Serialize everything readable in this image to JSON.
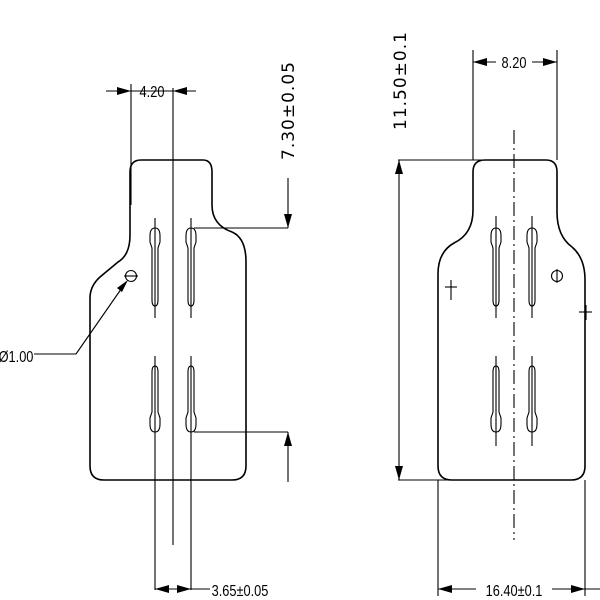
{
  "labels": {
    "left_top_width": "4.20",
    "left_vertical_pitch": "7.30±0.05",
    "hole_diameter": "Ø1.00",
    "left_bottom_pitch": "3.65±0.05",
    "right_top_width": "8.20",
    "right_height": "11.50±0.1",
    "right_bottom_width": "16.40±0.1"
  }
}
